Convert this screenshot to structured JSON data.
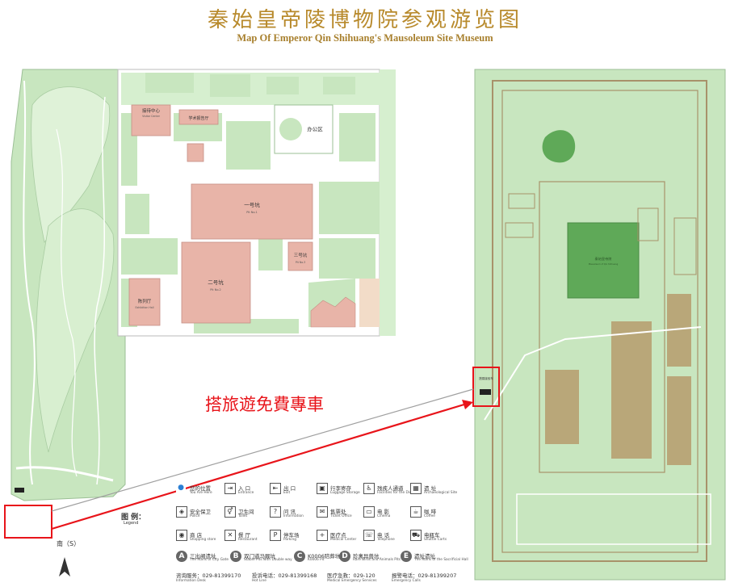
{
  "header": {
    "title_cn": "秦始皇帝陵博物院参观游览图",
    "title_en": "Map Of Emperor Qin Shihuang's Mausoleum Site Museum"
  },
  "promo": {
    "text": "搭旅遊免費專車"
  },
  "map_labels": {
    "ticket_center": "接待中心",
    "ticket_center_en": "Visitor Center",
    "academic": "学术报告厅",
    "office": "办公区",
    "pit1": "一号坑",
    "pit1_en": "Pit No.1",
    "pit2": "二号坑",
    "pit2_en": "Pit No.2",
    "pit3": "三号坑",
    "pit3_en": "Pit No.3",
    "exhibition": "陈列厅",
    "exhibition_en": "Exhibition Hall",
    "mausoleum": "秦始皇帝陵",
    "mausoleum_en": "Mausoleum of Qin Shihuang",
    "shuttle_stop": "搭乘接驳车",
    "south": "南（S）"
  },
  "legend": {
    "title": "图 例：",
    "title_en": "Legend",
    "items": [
      {
        "icon": "●",
        "name": "您的位置",
        "en": "You Are Here"
      },
      {
        "icon": "⇥",
        "name": "入 口",
        "en": "Entrance"
      },
      {
        "icon": "⇤",
        "name": "出 口",
        "en": "Exit"
      },
      {
        "icon": "▣",
        "name": "行李寄存",
        "en": "Luggage Storage"
      },
      {
        "icon": "♿",
        "name": "残疾人通道",
        "en": "Facilities for the Disabled"
      },
      {
        "icon": "▦",
        "name": "遗 址",
        "en": "Archaeological Site"
      },
      {
        "icon": "◈",
        "name": "安全保卫",
        "en": "Police"
      },
      {
        "icon": "⚥",
        "name": "卫生间",
        "en": "Toilet"
      },
      {
        "icon": "?",
        "name": "问 讯",
        "en": "Information"
      },
      {
        "icon": "✉",
        "name": "售票处",
        "en": "Ticket Office"
      },
      {
        "icon": "▭",
        "name": "电 影",
        "en": "Cinema"
      },
      {
        "icon": "☕",
        "name": "咖 啡",
        "en": "Coffee"
      },
      {
        "icon": "◉",
        "name": "商 店",
        "en": "Shopping store"
      },
      {
        "icon": "✕",
        "name": "餐 厅",
        "en": "Restaurant"
      },
      {
        "icon": "P",
        "name": "停车场",
        "en": "Parking"
      },
      {
        "icon": "+",
        "name": "医疗点",
        "en": "Medical Center"
      },
      {
        "icon": "☏",
        "name": "电 话",
        "en": "Telephone"
      },
      {
        "icon": "⛟",
        "name": "电瓶车",
        "en": "Shuttle Carts"
      }
    ],
    "sites": [
      {
        "letter": "A",
        "name": "三出阙遗址",
        "en": "The Ruins of City Gate"
      },
      {
        "letter": "B",
        "name": "双门道马厩坑",
        "en": "Stable Pits with Double way"
      },
      {
        "letter": "C",
        "name": "K0006陪葬坑",
        "en": "K0006 Pit"
      },
      {
        "letter": "D",
        "name": "珍禽异兽坑",
        "en": "Rare Birds and Animals Pits"
      },
      {
        "letter": "E",
        "name": "遗址遗址",
        "en": "The Ruins of the Sacrificial Hall"
      }
    ],
    "phones": [
      {
        "label": "咨询服务：029-81399170",
        "en": "Information Desk"
      },
      {
        "label": "投诉电话：029-81399168",
        "en": "Hot Line"
      },
      {
        "label": "医疗急救：029-120",
        "en": "Medical Emergency Services"
      },
      {
        "label": "报警电话：029-81399207",
        "en": "Emergency Calls"
      }
    ]
  },
  "colors": {
    "park_green": "#c8e6bf",
    "light_green": "#d6efcf",
    "building": "#e8b4a8",
    "promo_red": "#e8141a",
    "title_gold": "#b88a2c"
  }
}
